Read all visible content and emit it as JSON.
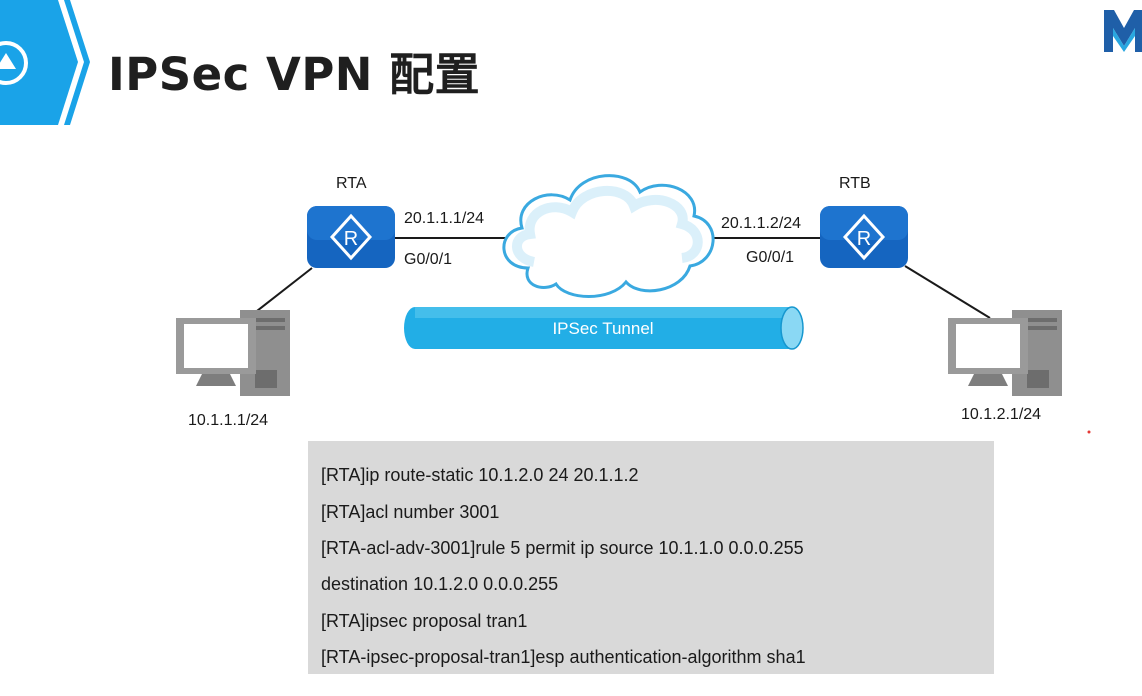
{
  "header": {
    "title": "IPSec VPN 配置",
    "badge_icon": "triangle-up-icon",
    "logo_icon": "m-logo-icon",
    "accent_color": "#1aa3e8"
  },
  "topology": {
    "router_a": {
      "name": "RTA",
      "ip": "20.1.1.1/24",
      "interface": "G0/0/1",
      "icon": "router-icon"
    },
    "router_b": {
      "name": "RTB",
      "ip": "20.1.1.2/24",
      "interface": "G0/0/1",
      "icon": "router-icon"
    },
    "host_a": {
      "ip": "10.1.1.1/24",
      "icon": "computer-icon"
    },
    "host_b": {
      "ip": "10.1.2.1/24",
      "icon": "computer-icon"
    },
    "cloud_icon": "internet-cloud-icon",
    "tunnel_label": "IPSec Tunnel",
    "router_color": "#1565c0",
    "tunnel_color": "#29b6e8"
  },
  "config_lines": [
    "[RTA]ip route-static 10.1.2.0 24 20.1.1.2",
    "[RTA]acl number 3001",
    "[RTA-acl-adv-3001]rule 5 permit ip source 10.1.1.0 0.0.0.255",
    "destination 10.1.2.0 0.0.0.255",
    "[RTA]ipsec proposal tran1",
    "[RTA-ipsec-proposal-tran1]esp authentication-algorithm sha1"
  ]
}
